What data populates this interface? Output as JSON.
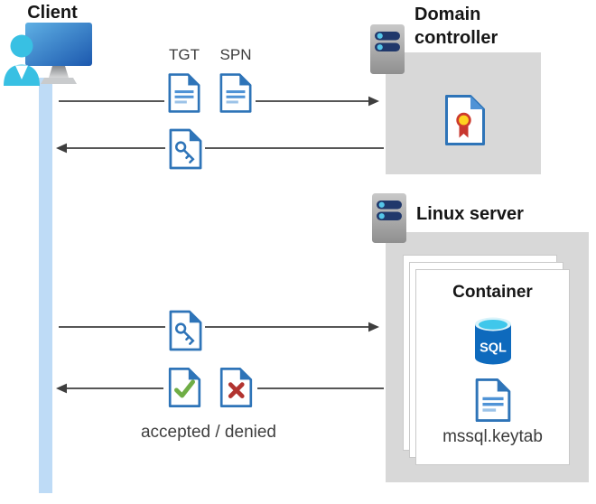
{
  "titles": {
    "client": "Client",
    "domain_controller": "Domain controller",
    "linux_server": "Linux server",
    "container": "Container"
  },
  "labels": {
    "tgt": "TGT",
    "spn": "SPN",
    "sql": "SQL",
    "keytab": "mssql.keytab",
    "accepted_denied": "accepted / denied"
  },
  "icons": {
    "client": "client-workstation-icon",
    "lifeline": "client-lifeline",
    "tgt": "tgt-document-icon",
    "spn": "spn-document-icon",
    "service_ticket": "key-document-icon",
    "domain_controller": "server-icon",
    "certificate": "certificate-icon",
    "linux_server": "server-icon",
    "sql": "sql-database-icon",
    "keytab": "keytab-document-icon",
    "accepted": "check-document-icon",
    "denied": "x-document-icon"
  },
  "colors": {
    "doc_outline_blue": "#2e74b8",
    "doc_line_blue": "#4f93d6",
    "doc_line_light_blue": "#9cc3e8",
    "check_green": "#6fad45",
    "deny_red": "#b23430",
    "seal_yellow": "#fed31f",
    "seal_red": "#cd3a2c",
    "sql_body_blue": "#0e6abd",
    "sql_top_cyan": "#3fc7eb",
    "server_pill_navy": "#20386b",
    "server_dot_blue": "#55c6e9",
    "person_cyan": "#38c0e3",
    "box_gray": "#d8d8d8",
    "lifeline_blue": "#bedbf6",
    "arrow_gray": "#3e3e3e"
  }
}
